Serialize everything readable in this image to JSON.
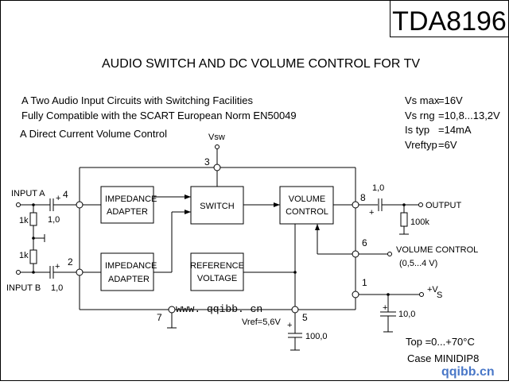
{
  "part_number": "TDA8196",
  "subtitle": "AUDIO SWITCH AND DC  VOLUME CONTROL FOR TV",
  "features": [
    "A Two Audio Input Circuits with Switching Facilities",
    "Fully Compatible with the SCART European Norm EN50049",
    "A Direct Current Volume Control"
  ],
  "specs": [
    {
      "name": "Vs max",
      "value": "=16V"
    },
    {
      "name": "Vs rng",
      "value": "=10,8...13,2V"
    },
    {
      "name": "Is typ",
      "value": "=14mA"
    },
    {
      "name": "Vreftyp",
      "value": "=6V"
    }
  ],
  "blocks": {
    "impedance_a": [
      "IMPEDANCE",
      "ADAPTER"
    ],
    "impedance_b": [
      "IMPEDANCE",
      "ADAPTER"
    ],
    "switch": "SWITCH",
    "volume": [
      "VOLUME",
      "CONTROL"
    ],
    "reference": [
      "REFERENCE",
      "VOLTAGE"
    ]
  },
  "pins": {
    "p1": "1",
    "p2": "2",
    "p3": "3",
    "p4": "4",
    "p5": "5",
    "p6": "6",
    "p7": "7",
    "p8": "8"
  },
  "labels": {
    "vsw": "Vsw",
    "input_a": "INPUT A",
    "input_b": "INPUT B",
    "r1": "1k",
    "r2": "1k",
    "c_in_a": "1,0",
    "c_in_b": "1,0",
    "plus": "+",
    "c_out": "1,0",
    "output": "OUTPUT",
    "r_out": "100k",
    "volume_control": "VOLUME CONTROL",
    "volume_range": "(0,5...4 V)",
    "vs_plus": "+V",
    "vs_sub": "S",
    "c_vs": "10,0",
    "vref": "Vref=5,6V",
    "c_ref": "100,0",
    "top": "Top  =0...+70°C",
    "case": "Case MINIDIP8"
  },
  "watermarks": {
    "inline": "www. qqibb. cn",
    "corner": "qqibb.cn"
  }
}
